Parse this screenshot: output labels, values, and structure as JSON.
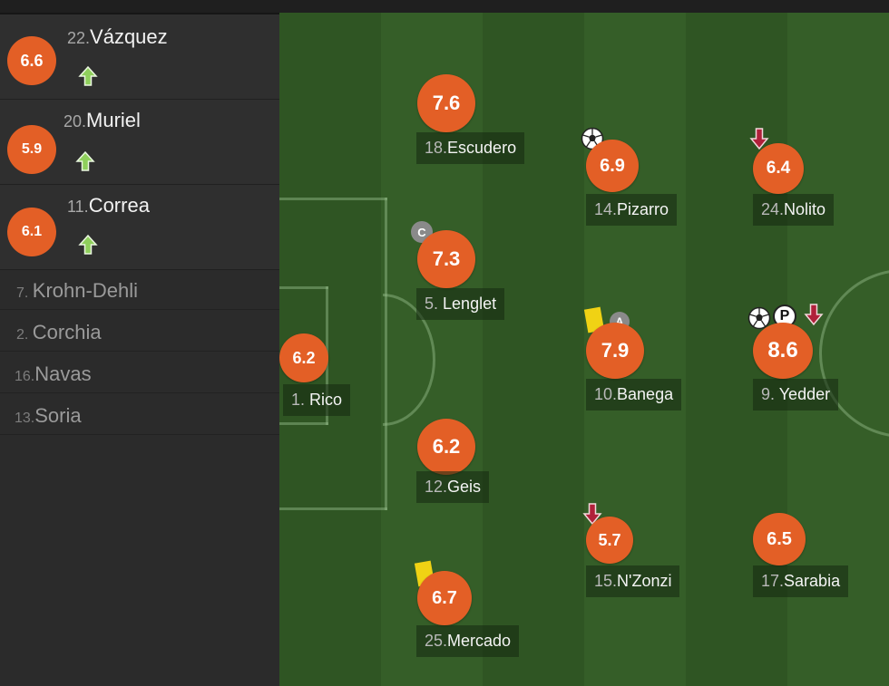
{
  "substitutes_in": [
    {
      "rating": "6.6",
      "number": "22.",
      "name": "Vázquez"
    },
    {
      "rating": "5.9",
      "number": "20.",
      "name": "Muriel"
    },
    {
      "rating": "6.1",
      "number": "11.",
      "name": "Correa"
    }
  ],
  "bench": [
    {
      "number": "7.",
      "name": "Krohn-Dehli"
    },
    {
      "number": "2.",
      "name": "Corchia"
    },
    {
      "number": "16.",
      "name": "Navas"
    },
    {
      "number": "13.",
      "name": "Soria"
    }
  ],
  "players": {
    "rico": {
      "rating": "6.2",
      "number": "1.",
      "name": "Rico"
    },
    "escudero": {
      "rating": "7.6",
      "number": "18.",
      "name": "Escudero"
    },
    "lenglet": {
      "rating": "7.3",
      "number": "5.",
      "name": "Lenglet",
      "badge": "C"
    },
    "geis": {
      "rating": "6.2",
      "number": "12.",
      "name": "Geis"
    },
    "mercado": {
      "rating": "6.7",
      "number": "25.",
      "name": "Mercado"
    },
    "pizarro": {
      "rating": "6.9",
      "number": "14.",
      "name": "Pizarro"
    },
    "banega": {
      "rating": "7.9",
      "number": "10.",
      "name": "Banega",
      "badge": "A"
    },
    "nzonzi": {
      "rating": "5.7",
      "number": "15.",
      "name": "N'Zonzi"
    },
    "nolito": {
      "rating": "6.4",
      "number": "24.",
      "name": "Nolito"
    },
    "yedder": {
      "rating": "8.6",
      "number": "9.",
      "name": "Yedder",
      "penalty": "P"
    },
    "sarabia": {
      "rating": "6.5",
      "number": "17.",
      "name": "Sarabia"
    }
  },
  "colors": {
    "rating_bg": "#e35f26",
    "yellow_card": "#f0d214",
    "sub_in_arrow": "#8fcf5c",
    "sub_out_arrow": "#b0203a"
  },
  "icons": [
    "substitution-in-icon",
    "substitution-out-icon",
    "goal-ball-icon",
    "yellow-card-icon",
    "captain-badge-icon",
    "assist-badge-icon",
    "penalty-icon"
  ]
}
